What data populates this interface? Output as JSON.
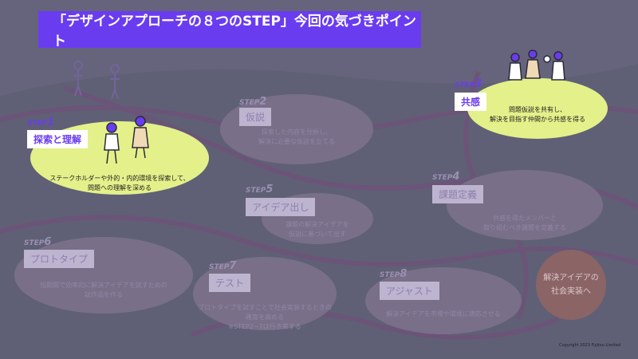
{
  "title": "「デザインアプローチの８つのSTEP」今回の気づきポイント",
  "steps": [
    {
      "prefix": "STEP",
      "num": "1",
      "label": "探索と理解",
      "desc": [
        "ステークホルダーや外的・内的環境を探索して、",
        "問題への理解を深める"
      ],
      "active": true
    },
    {
      "prefix": "STEP",
      "num": "2",
      "label": "仮説",
      "desc": [
        "探索した内容を分析し、",
        "解決に必要な仮説を立てる"
      ],
      "active": false
    },
    {
      "prefix": "STEP",
      "num": "3",
      "label": "共感",
      "desc": [
        "問題仮説を共有し、",
        "解決を目指す仲間から共感を得る"
      ],
      "active": true
    },
    {
      "prefix": "STEP",
      "num": "4",
      "label": "課題定義",
      "desc": [
        "共感を得たメンバーと",
        "取り組むべき課題を定義する"
      ],
      "active": false
    },
    {
      "prefix": "STEP",
      "num": "5",
      "label": "アイデア出し",
      "desc": [
        "課題の解決アイデアを",
        "仮説に基づいて出す"
      ],
      "active": false
    },
    {
      "prefix": "STEP",
      "num": "6",
      "label": "プロトタイプ",
      "desc": [
        "短期間で効率的に解決アイデアを試すための",
        "試作品を作る"
      ],
      "active": false
    },
    {
      "prefix": "STEP",
      "num": "7",
      "label": "テスト",
      "desc": [
        "プロトタイプを試すことで社会実装するときの",
        "確度を高める",
        "※STEP2~7は行き来する"
      ],
      "active": false
    },
    {
      "prefix": "STEP",
      "num": "8",
      "label": "アジャスト",
      "desc": [
        "解決アイデアを市場や環境に適応させる"
      ],
      "active": false
    }
  ],
  "goal": [
    "解決アイデアの",
    "社会実装へ"
  ],
  "copyright": "Copyright 2023 Fujitsu Limited",
  "colors": {
    "accent": "#6a3cf0",
    "active_disc": "#e4f08a",
    "dim_disc": "#9aa27a",
    "goal": "#8b6466"
  }
}
